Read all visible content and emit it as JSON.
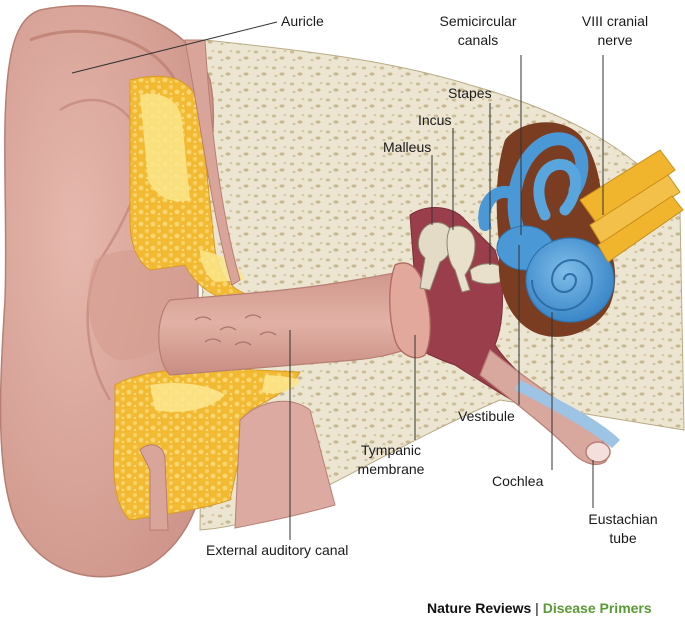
{
  "labels": {
    "auricle": "Auricle",
    "semicircular_1": "Semicircular",
    "semicircular_2": "canals",
    "cranial_1": "VIII cranial",
    "cranial_2": "nerve",
    "stapes": "Stapes",
    "incus": "Incus",
    "malleus": "Malleus",
    "vestibule": "Vestibule",
    "tympanic_1": "Tympanic",
    "tympanic_2": "membrane",
    "cochlea": "Cochlea",
    "eustachian_1": "Eustachian",
    "eustachian_2": "tube",
    "external_canal": "External auditory canal"
  },
  "credit": {
    "journal": "Nature Reviews",
    "separator": "|",
    "series": "Disease Primers"
  },
  "colors": {
    "skin": "#d9a49a",
    "skin_dark": "#b77f74",
    "bone": "#e9e3cf",
    "bone_speckle": "#c9bc98",
    "marrow": "#f2b933",
    "marrow_light": "#fbe27a",
    "middle_ear": "#9a3d4b",
    "inner_ear": "#4c9ad8",
    "nerve": "#f0b52d",
    "label_line": "#333333",
    "credit_green": "#5a9a35"
  }
}
